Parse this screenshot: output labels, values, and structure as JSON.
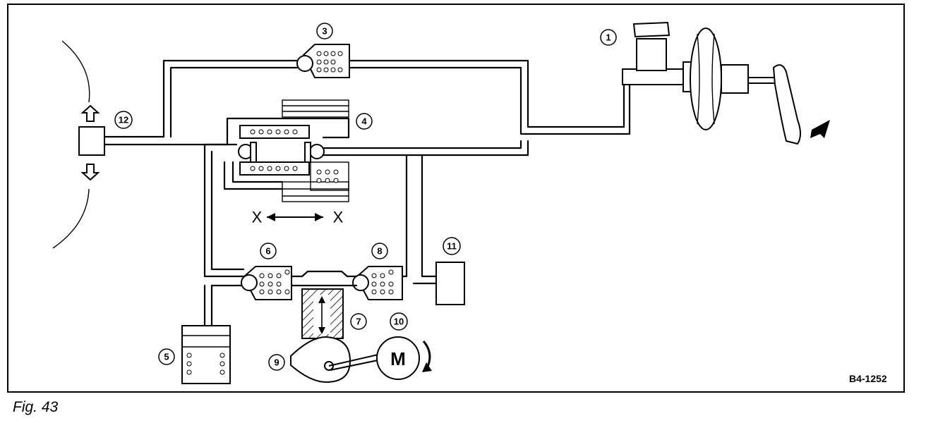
{
  "diagram": {
    "figure_caption": "Fig. 43",
    "reference_code": "B4-1252",
    "motor_label": "M",
    "stroke_labels": {
      "left": "X",
      "right": "X"
    },
    "callouts": [
      {
        "id": "1",
        "text": "1"
      },
      {
        "id": "3",
        "text": "3"
      },
      {
        "id": "4",
        "text": "4"
      },
      {
        "id": "5",
        "text": "5"
      },
      {
        "id": "6",
        "text": "6"
      },
      {
        "id": "7",
        "text": "7"
      },
      {
        "id": "8",
        "text": "8"
      },
      {
        "id": "9",
        "text": "9"
      },
      {
        "id": "10",
        "text": "10"
      },
      {
        "id": "11",
        "text": "11"
      },
      {
        "id": "12",
        "text": "12"
      }
    ]
  }
}
